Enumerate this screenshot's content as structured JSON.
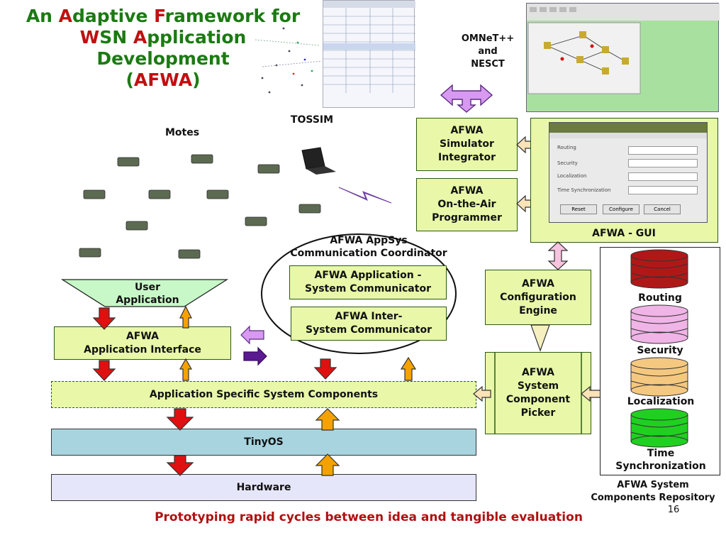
{
  "title": {
    "line1_a": "An ",
    "line1_b": "A",
    "line1_c": "daptive ",
    "line1_d": "F",
    "line1_e": "ramework for",
    "line2_a": "W",
    "line2_b": "SN ",
    "line2_c": "A",
    "line2_d": "pplication",
    "line3": "Development",
    "line4_a": "(",
    "line4_b": "AFWA",
    "line4_c": ")"
  },
  "labels": {
    "tossim": "TOSSIM",
    "motes": "Motes",
    "omnet": "OMNeT++\nand\nNESCT",
    "gui_caption": "AFWA - GUI",
    "appsys_header": "AFWA AppSys\nCommunication Coordinator",
    "repo_caption": "AFWA System\nComponents Repository",
    "page_number": "16",
    "footer": "Prototyping rapid cycles between idea and tangible evaluation"
  },
  "boxes": {
    "simulator_integrator": "AFWA\nSimulator\nIntegrator",
    "ota_programmer": "AFWA\nOn-the-Air\nProgrammer",
    "user_application": "User\nApplication",
    "application_interface": "AFWA\nApplication Interface",
    "app_system_communicator": "AFWA Application -\nSystem Communicator",
    "inter_system_communicator": "AFWA Inter-\nSystem Communicator",
    "configuration_engine": "AFWA\nConfiguration\nEngine",
    "app_specific_components": "Application Specific System Components",
    "component_picker": "AFWA\nSystem\nComponent\nPicker",
    "tinyos": "TinyOS",
    "hardware": "Hardware"
  },
  "repository": {
    "routing": "Routing",
    "security": "Security",
    "localization": "Localization",
    "time_sync": "Time\nSynchronization"
  },
  "gui_form": {
    "rows": [
      "Routing",
      "Security",
      "Localization",
      "Time Synchronization"
    ],
    "buttons": [
      "Reset",
      "Configure",
      "Cancel"
    ]
  },
  "colors": {
    "box_fill": "#e8f8a8",
    "title_green": "#1b7a12",
    "title_red": "#c01010",
    "arrow_red": "#e01010",
    "arrow_orange": "#f5a200",
    "tinyos_fill": "#a8d4e0",
    "hardware_fill": "#e6e6fa",
    "routing_db": "#b01818",
    "security_db": "#f0b4e6",
    "localization_db": "#f5c880",
    "timesync_db": "#20d020",
    "footer_color": "#b01010"
  }
}
